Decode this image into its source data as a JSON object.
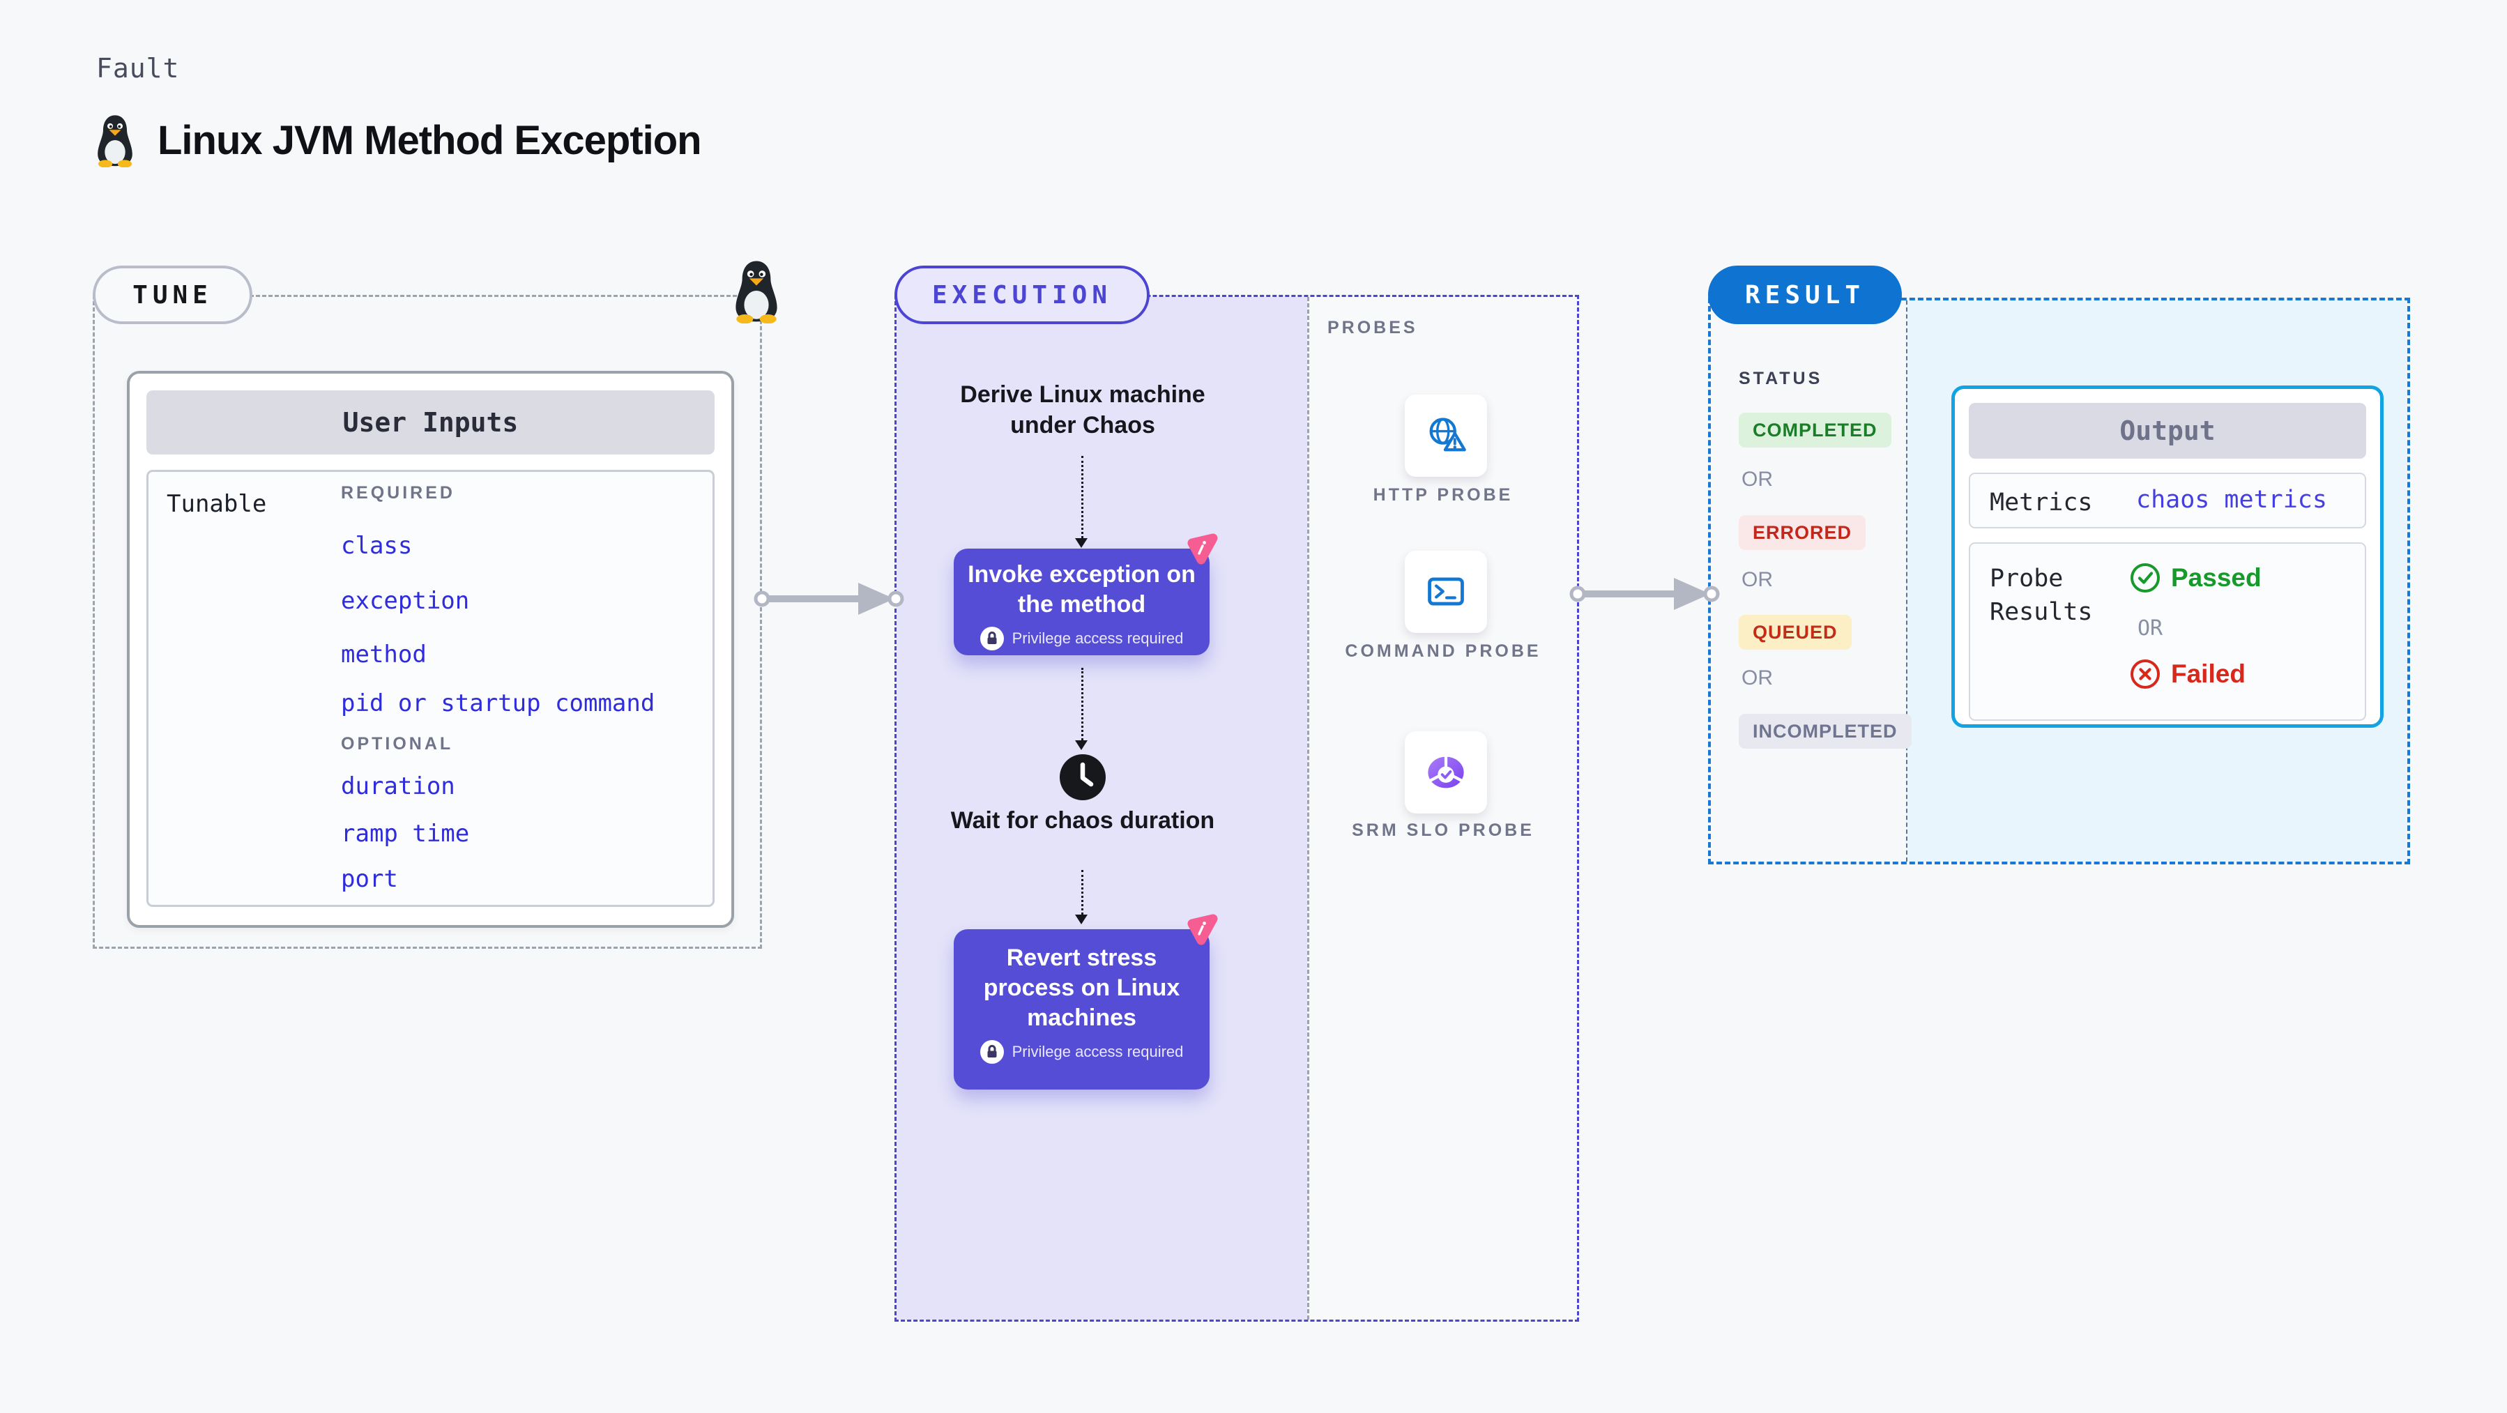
{
  "header": {
    "fault_label": "Fault",
    "title": "Linux JVM Method Exception"
  },
  "tune": {
    "label": "TUNE",
    "user_inputs_title": "User Inputs",
    "tunable_label": "Tunable",
    "required_label": "REQUIRED",
    "required_items": [
      "class",
      "exception",
      "method",
      "pid or startup command"
    ],
    "optional_label": "OPTIONAL",
    "optional_items": [
      "duration",
      "ramp time",
      "port"
    ]
  },
  "execution": {
    "label": "EXECUTION",
    "derive_step": "Derive Linux machine under Chaos",
    "invoke_step": "Invoke exception on the method",
    "wait_step": "Wait for chaos duration",
    "revert_step": "Revert stress process on Linux machines",
    "privilege_note": "Privilege access required"
  },
  "probes": {
    "label": "PROBES",
    "items": [
      {
        "name": "HTTP PROBE",
        "icon": "globe-alert-icon"
      },
      {
        "name": "COMMAND PROBE",
        "icon": "terminal-icon"
      },
      {
        "name": "SRM SLO PROBE",
        "icon": "slo-gauge-icon"
      }
    ]
  },
  "result": {
    "label": "RESULT",
    "status_label": "STATUS",
    "or_label": "OR",
    "statuses": [
      {
        "label": "COMPLETED",
        "text_color": "#1a7d27",
        "bg_color": "#dcf2dc"
      },
      {
        "label": "ERRORED",
        "text_color": "#c2271b",
        "bg_color": "#fae8e8"
      },
      {
        "label": "QUEUED",
        "text_color": "#c22d18",
        "bg_color": "#fcefc5"
      },
      {
        "label": "INCOMPLETED",
        "text_color": "#6f7590",
        "bg_color": "#e8e9f0"
      }
    ],
    "output": {
      "title": "Output",
      "metrics_label": "Metrics",
      "metrics_value": "chaos metrics",
      "probe_results_label": "Probe Results",
      "passed_label": "Passed",
      "or_label": "OR",
      "failed_label": "Failed"
    }
  },
  "colors": {
    "page_bg": "#f7f8fa",
    "execution_accent": "#4c44d2",
    "execution_area_bg": "#e4e3f9",
    "step_card_bg": "#564dd6",
    "chaos_badge_pink": "#f65d92",
    "probe_icon_blue": "#1478d2",
    "slo_purple": "#7a3ff0",
    "result_accent": "#1878d4",
    "result_pill_bg": "#0f74d1",
    "result_area_bg": "#e9f5fc",
    "output_border": "#12a3e2",
    "passed_green": "#18992b",
    "failed_red": "#d6281b",
    "tunable_link_blue": "#2f2cdb"
  }
}
